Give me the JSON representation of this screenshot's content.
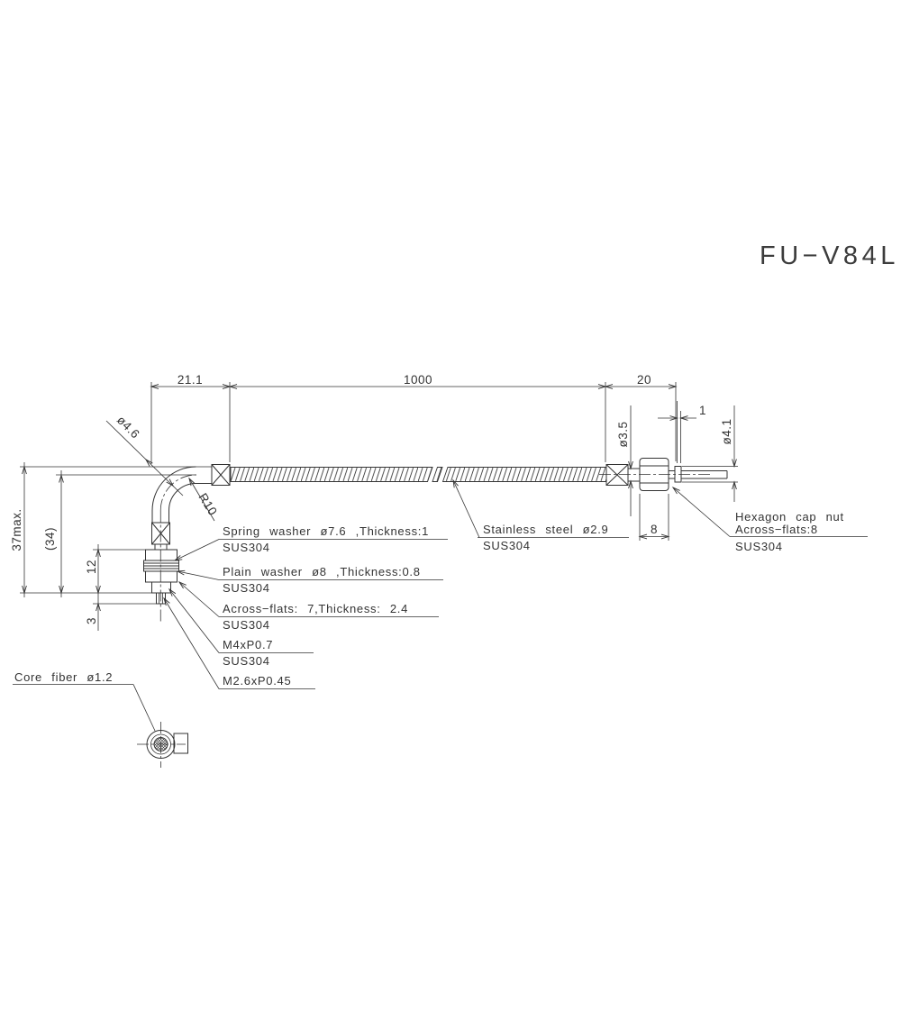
{
  "title": "FU−V84L",
  "dimensions": {
    "bend_to_end": "21.1",
    "cable_length": "1000",
    "fitting_length": "20",
    "head_height_max": "37max.",
    "head_height_ref": "(34)",
    "thread_length": "12",
    "tip_length": "3",
    "bend_tube_dia": "ø4.6",
    "bend_radius": "R10",
    "sleeve_dia": "ø3.5",
    "flange_thickness": "1",
    "flange_dia": "ø4.1",
    "nut_across_flats": "8"
  },
  "callouts": {
    "spring_washer": {
      "text": "Spring washer ø7.6 ,Thickness:1",
      "material": "SUS304"
    },
    "plain_washer": {
      "text": "Plain washer ø8 ,Thickness:0.8",
      "material": "SUS304"
    },
    "across_flats": {
      "text": "Across−flats: 7,Thickness: 2.4",
      "material": "SUS304"
    },
    "m4_thread": {
      "text": "M4xP0.7",
      "material": "SUS304"
    },
    "m26_thread": {
      "text": "M2.6xP0.45"
    },
    "stainless_tube": {
      "text": "Stainless steel ø2.9",
      "material": "SUS304"
    },
    "hex_cap_nut": {
      "line1": "Hexagon cap nut",
      "line2": "Across−flats:8",
      "material": "SUS304"
    },
    "core_fiber": {
      "text": "Core fiber ø1.2"
    }
  },
  "colors": {
    "line": "#333333",
    "background": "#ffffff"
  }
}
